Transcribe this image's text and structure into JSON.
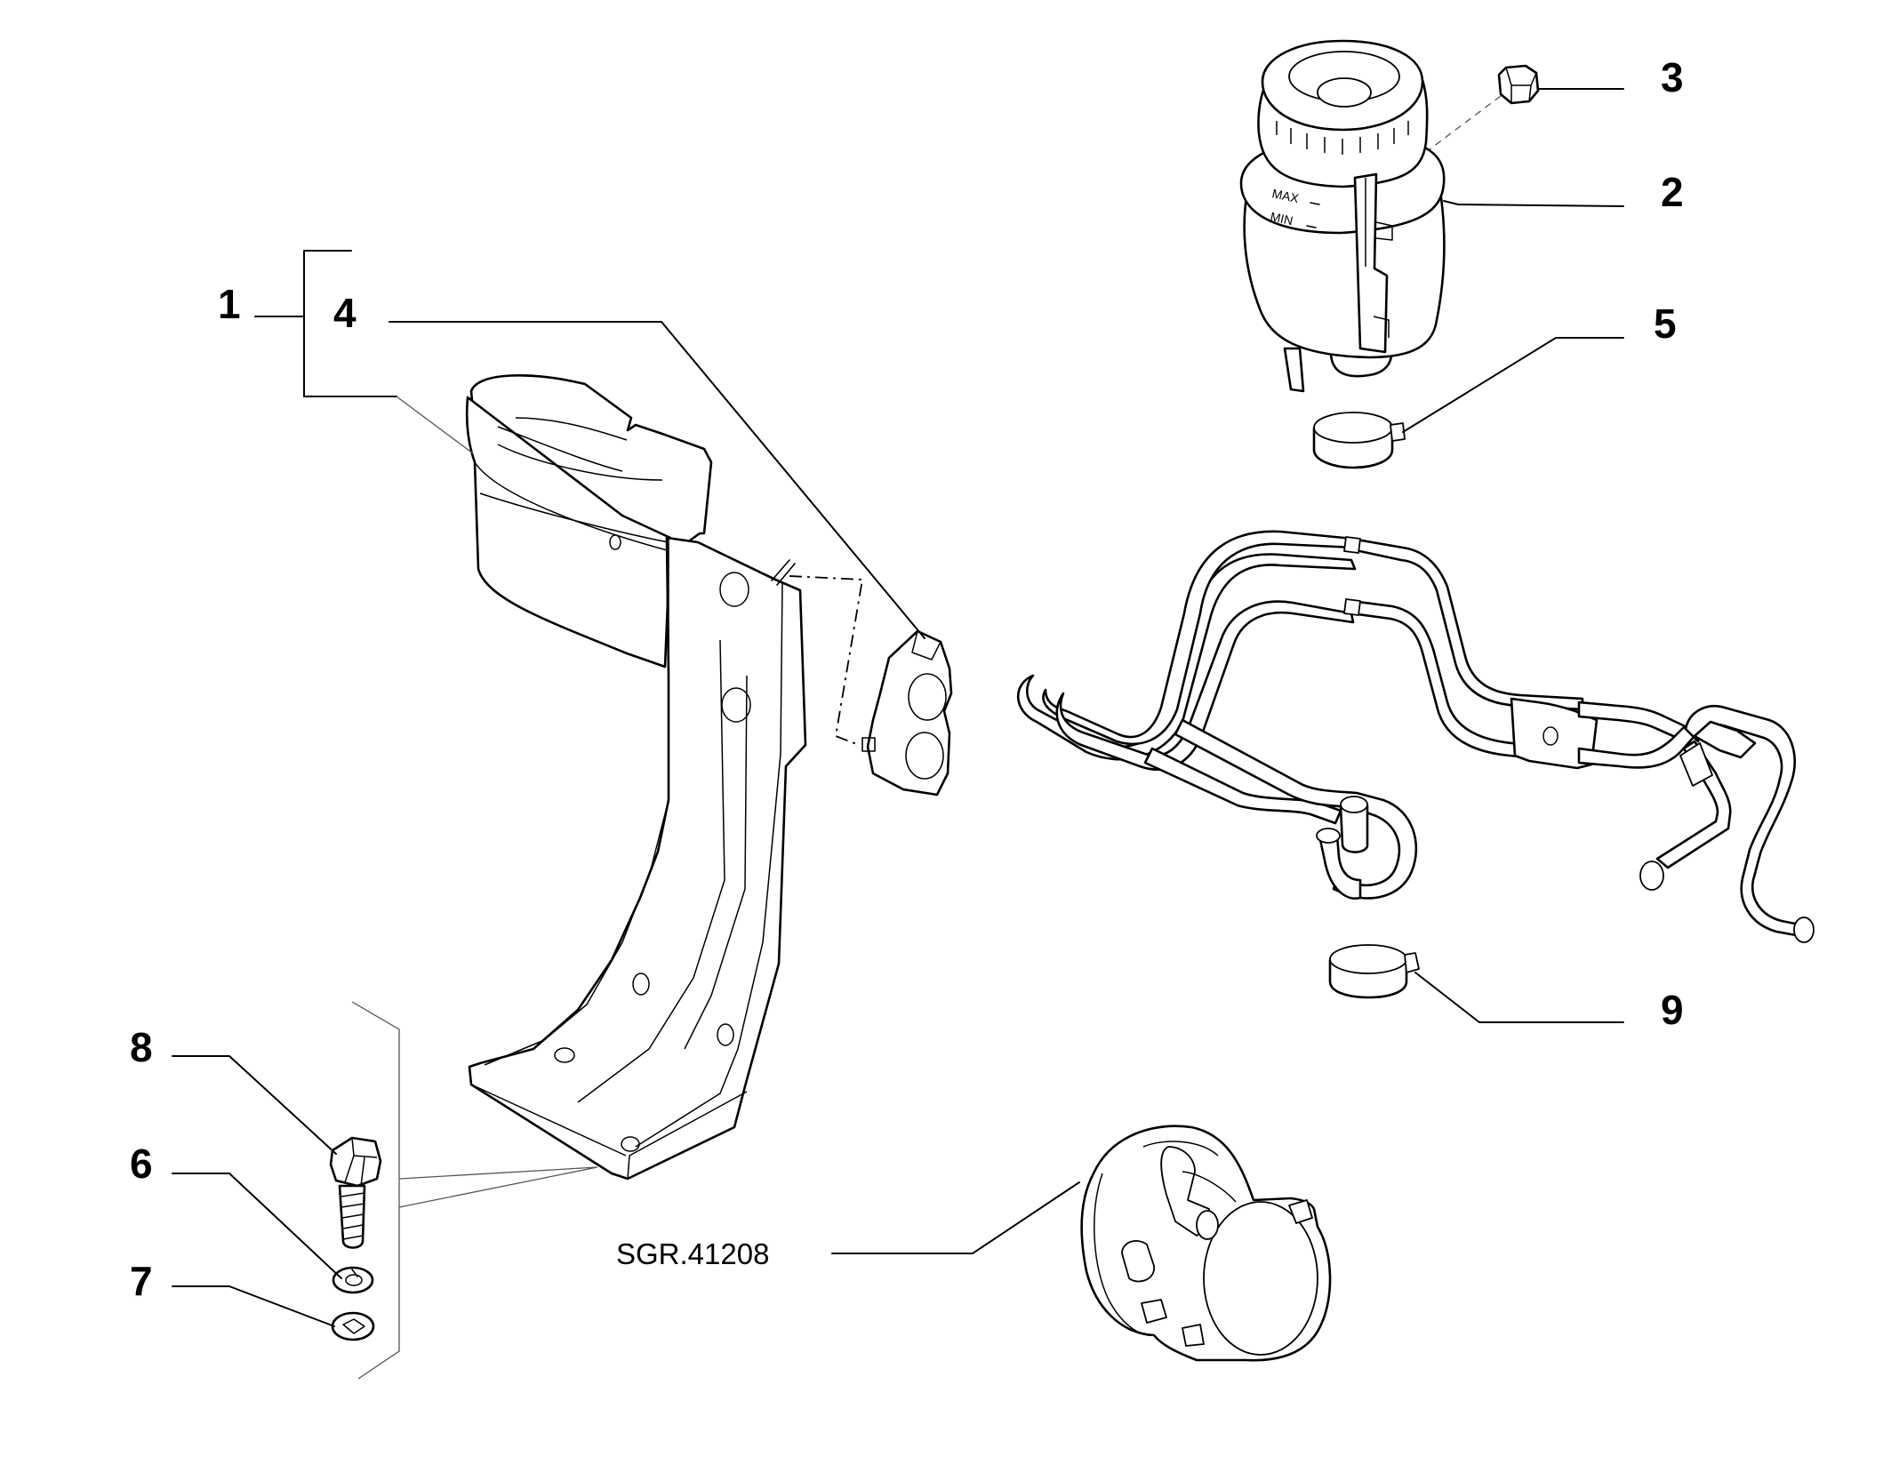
{
  "callouts": [
    {
      "id": "1",
      "label": "1"
    },
    {
      "id": "2",
      "label": "2"
    },
    {
      "id": "3",
      "label": "3"
    },
    {
      "id": "4",
      "label": "4"
    },
    {
      "id": "5",
      "label": "5"
    },
    {
      "id": "6",
      "label": "6"
    },
    {
      "id": "7",
      "label": "7"
    },
    {
      "id": "8",
      "label": "8"
    },
    {
      "id": "9",
      "label": "9"
    }
  ],
  "reference_code": "SGR.41208",
  "reservoir_marks": {
    "max": "MAX",
    "min": "MIN"
  }
}
